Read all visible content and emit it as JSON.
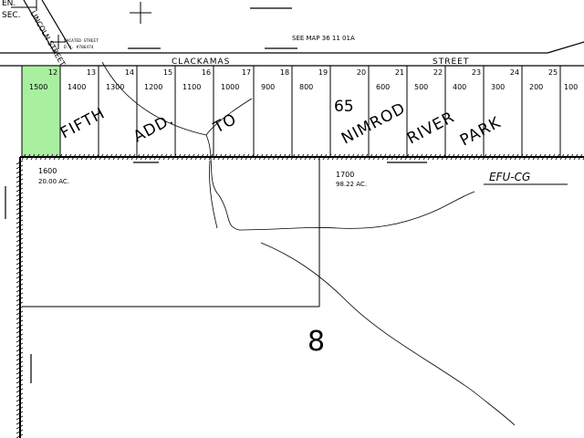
{
  "map": {
    "top_left_fragment": "EN.",
    "section_fragment": "SEC.",
    "street_lincoln": "LINCOLN STREET",
    "vacated_street": "VACATED STREET",
    "vacated_ref": "D.V. #706474",
    "see_map_note": "SEE MAP 36 11 01A",
    "clackamas_label": "CLACKAMAS",
    "street_label": "STREET",
    "subdivision_words": [
      "FIFTH",
      "ADD.",
      "TO",
      "65",
      "NIMROD",
      "RIVER",
      "PARK"
    ],
    "zone_label": "EFU-CG",
    "section_number": "8",
    "lots": [
      {
        "lot": "12",
        "tax_lot": "1500",
        "highlighted": true
      },
      {
        "lot": "13",
        "tax_lot": "1400",
        "highlighted": false
      },
      {
        "lot": "14",
        "tax_lot": "1300",
        "highlighted": false
      },
      {
        "lot": "15",
        "tax_lot": "1200",
        "highlighted": false
      },
      {
        "lot": "16",
        "tax_lot": "1100",
        "highlighted": false
      },
      {
        "lot": "17",
        "tax_lot": "1000",
        "highlighted": false
      },
      {
        "lot": "18",
        "tax_lot": "900",
        "highlighted": false
      },
      {
        "lot": "19",
        "tax_lot": "800",
        "highlighted": false
      },
      {
        "lot": "20",
        "tax_lot": "",
        "highlighted": false
      },
      {
        "lot": "21",
        "tax_lot": "600",
        "highlighted": false
      },
      {
        "lot": "22",
        "tax_lot": "500",
        "highlighted": false
      },
      {
        "lot": "23",
        "tax_lot": "400",
        "highlighted": false
      },
      {
        "lot": "24",
        "tax_lot": "300",
        "highlighted": false
      },
      {
        "lot": "25",
        "tax_lot": "200",
        "highlighted": false
      },
      {
        "lot": "",
        "tax_lot": "100",
        "highlighted": false
      }
    ],
    "parcels": [
      {
        "tax_lot": "1600",
        "acres": "20.00 AC."
      },
      {
        "tax_lot": "1700",
        "acres": "98.22 AC."
      }
    ],
    "colors": {
      "highlight": "#a8f0a0",
      "ink": "#000000"
    }
  }
}
